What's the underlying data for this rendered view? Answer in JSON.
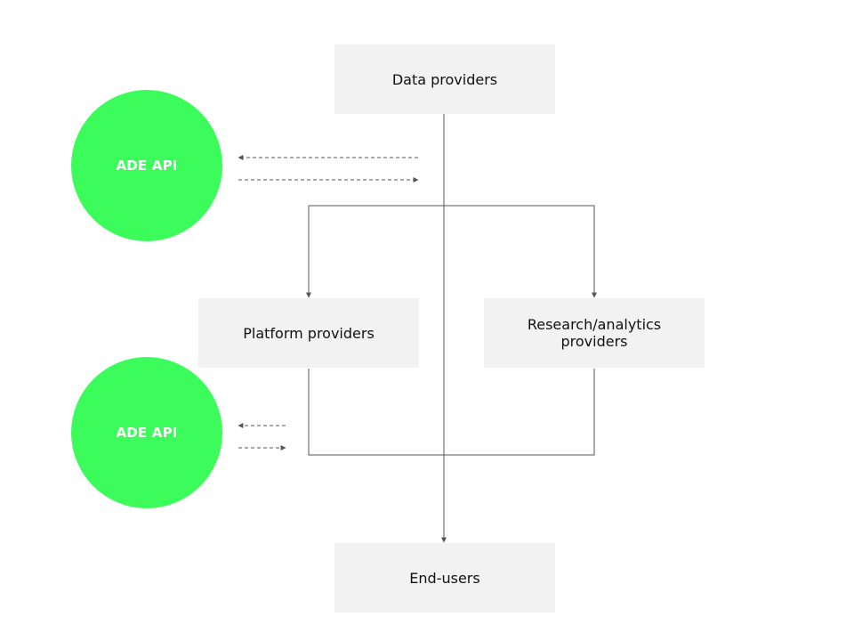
{
  "nodes": {
    "data_providers": "Data providers",
    "platform_providers": "Platform providers",
    "research_providers": "Research/analytics providers",
    "end_users": "End-users"
  },
  "api": {
    "top_label": "ADE API",
    "bottom_label": "ADE API"
  },
  "colors": {
    "api_circle": "#3cfc5c",
    "box_fill": "#f2f2f2",
    "line": "#555555"
  }
}
